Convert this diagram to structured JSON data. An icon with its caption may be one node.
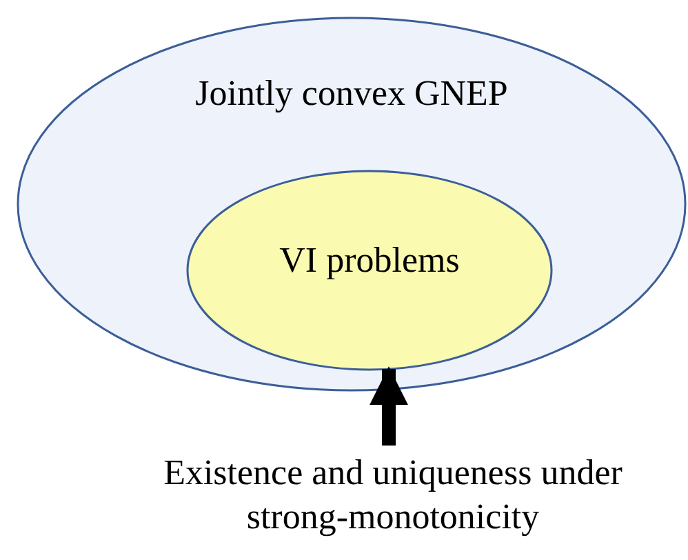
{
  "diagram": {
    "nodes": [
      {
        "text": [
          "Jointly convex GNEP"
        ]
      },
      {
        "text": [
          "VI problems"
        ],
        "in": 0
      },
      {
        "text": [
          "Existence and uniqueness under strong-monotonicity"
        ]
      }
    ],
    "edges": [
      {
        "from": 2,
        "to": 1,
        "arrow": "to"
      }
    ]
  }
}
